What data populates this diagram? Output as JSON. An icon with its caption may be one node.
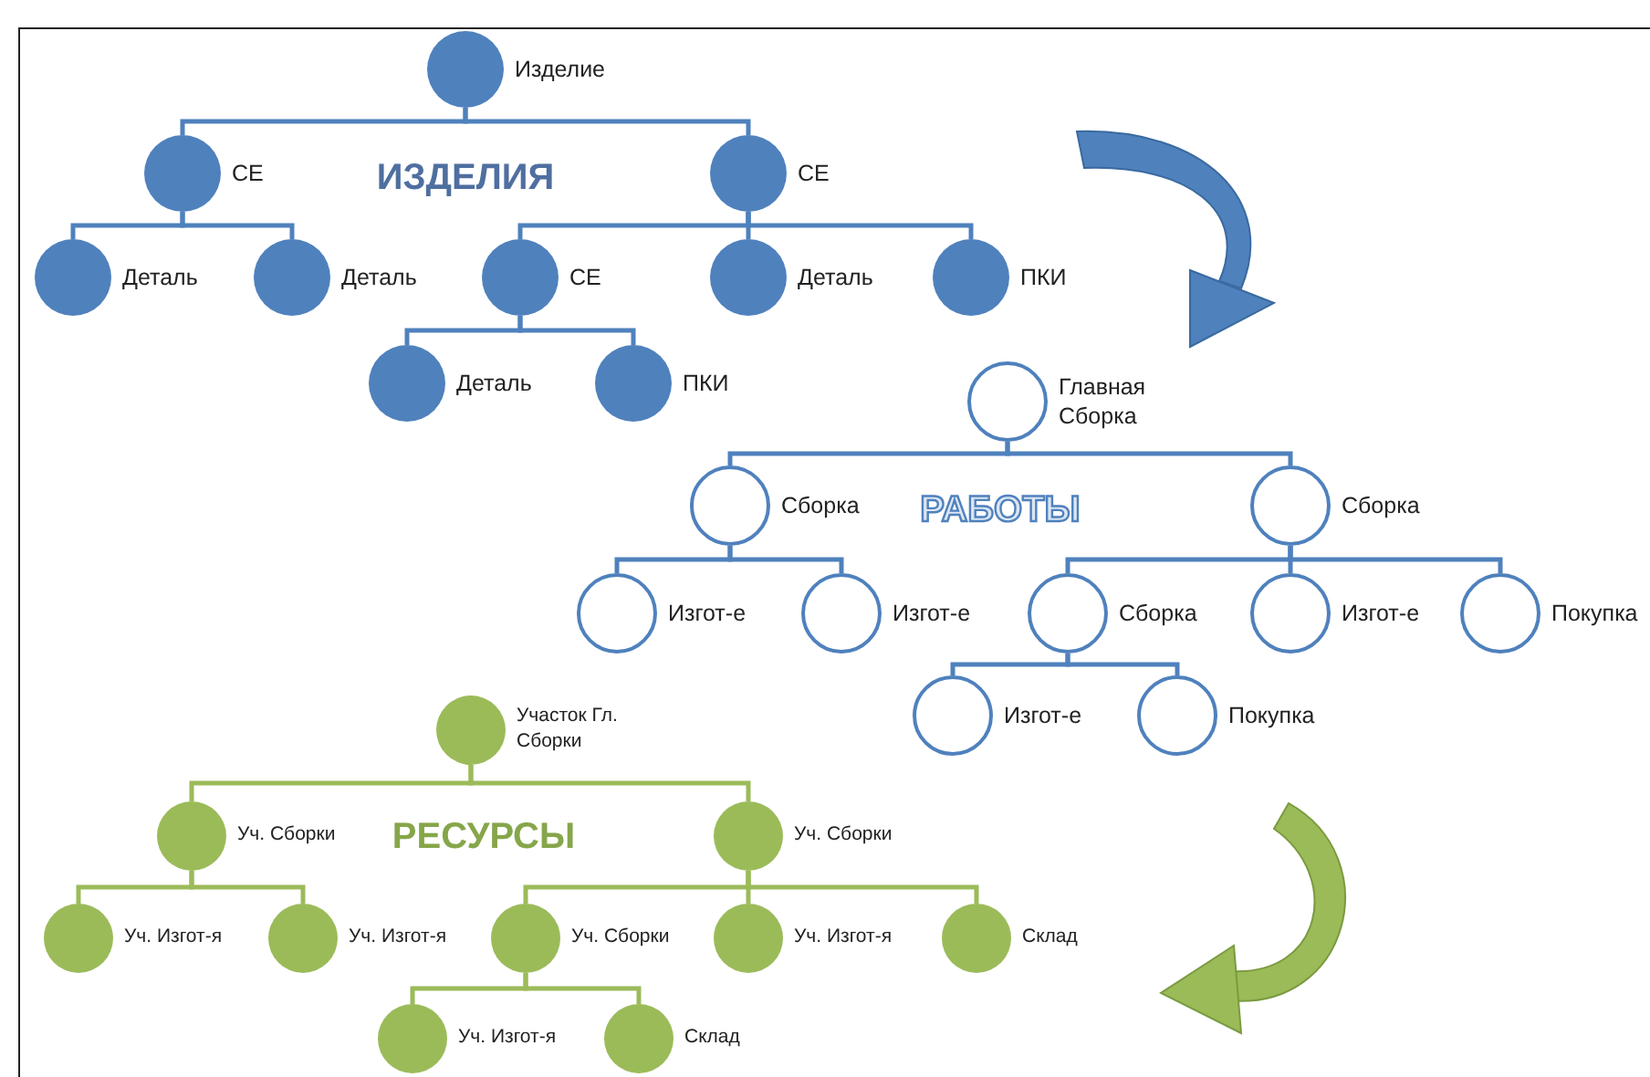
{
  "diagram": {
    "nodes": [
      {
        "text": [
          "Изделие"
        ]
      },
      {
        "text": [
          "СЕ"
        ]
      },
      {
        "text": [
          "СЕ"
        ]
      },
      {
        "text": [
          "Деталь"
        ]
      },
      {
        "text": [
          "Деталь"
        ]
      },
      {
        "text": [
          "СЕ"
        ]
      },
      {
        "text": [
          "Деталь"
        ]
      },
      {
        "text": [
          "ПКИ"
        ]
      },
      {
        "text": [
          "Деталь"
        ]
      },
      {
        "text": [
          "ПКИ"
        ]
      },
      {
        "text": [
          "Главная Сборка"
        ]
      },
      {
        "text": [
          "Сборка"
        ]
      },
      {
        "text": [
          "Сборка"
        ]
      },
      {
        "text": [
          "Изгот-е"
        ]
      },
      {
        "text": [
          "Изгот-е"
        ]
      },
      {
        "text": [
          "Сборка"
        ]
      },
      {
        "text": [
          "Изгот-е"
        ]
      },
      {
        "text": [
          "Покупка"
        ]
      },
      {
        "text": [
          "Изгот-е"
        ]
      },
      {
        "text": [
          "Покупка"
        ]
      },
      {
        "text": [
          "Участок Гл. Сборки"
        ]
      },
      {
        "text": [
          "Уч. Сборки"
        ]
      },
      {
        "text": [
          "Уч. Сборки"
        ]
      },
      {
        "text": [
          "Уч. Изгот-я"
        ]
      },
      {
        "text": [
          "Уч. Изгот-я"
        ]
      },
      {
        "text": [
          "Уч. Сборки"
        ]
      },
      {
        "text": [
          "Уч. Изгот-я"
        ]
      },
      {
        "text": [
          "Склад"
        ]
      },
      {
        "text": [
          "Уч. Изгот-я"
        ]
      },
      {
        "text": [
          "Склад"
        ]
      }
    ],
    "edges": [
      {
        "from": 0,
        "to": 1,
        "arrow": "none"
      },
      {
        "from": 0,
        "to": 2,
        "arrow": "none"
      },
      {
        "from": 1,
        "to": 3,
        "arrow": "none"
      },
      {
        "from": 1,
        "to": 4,
        "arrow": "none"
      },
      {
        "from": 2,
        "to": 5,
        "arrow": "none"
      },
      {
        "from": 2,
        "to": 6,
        "arrow": "none"
      },
      {
        "from": 2,
        "to": 7,
        "arrow": "none"
      },
      {
        "from": 5,
        "to": 8,
        "arrow": "none"
      },
      {
        "from": 5,
        "to": 9,
        "arrow": "none"
      },
      {
        "from": 10,
        "to": 11,
        "arrow": "none"
      },
      {
        "from": 10,
        "to": 12,
        "arrow": "none"
      },
      {
        "from": 11,
        "to": 13,
        "arrow": "none"
      },
      {
        "from": 11,
        "to": 14,
        "arrow": "none"
      },
      {
        "from": 12,
        "to": 15,
        "arrow": "none"
      },
      {
        "from": 12,
        "to": 16,
        "arrow": "none"
      },
      {
        "from": 12,
        "to": 17,
        "arrow": "none"
      },
      {
        "from": 15,
        "to": 18,
        "arrow": "none"
      },
      {
        "from": 15,
        "to": 19,
        "arrow": "none"
      },
      {
        "from": 20,
        "to": 21,
        "arrow": "none",
        "color": "#9bbb59"
      },
      {
        "from": 20,
        "to": 22,
        "arrow": "none",
        "color": "#9bbb59"
      },
      {
        "from": 21,
        "to": 23,
        "arrow": "none",
        "color": "#9bbb59"
      },
      {
        "from": 21,
        "to": 24,
        "arrow": "none",
        "color": "#9bbb59"
      },
      {
        "from": 22,
        "to": 25,
        "arrow": "none",
        "color": "#9bbb59"
      },
      {
        "from": 22,
        "to": 26,
        "arrow": "none",
        "color": "#9bbb59"
      },
      {
        "from": 22,
        "to": 27,
        "arrow": "none",
        "color": "#9bbb59"
      },
      {
        "from": 25,
        "to": 28,
        "arrow": "none",
        "color": "#9bbb59"
      },
      {
        "from": 25,
        "to": 29,
        "arrow": "none",
        "color": "#9bbb59"
      }
    ],
    "labels": [
      "ИЗДЕЛИЯ",
      "РАБОТЫ",
      "РЕСУРСЫ"
    ]
  }
}
